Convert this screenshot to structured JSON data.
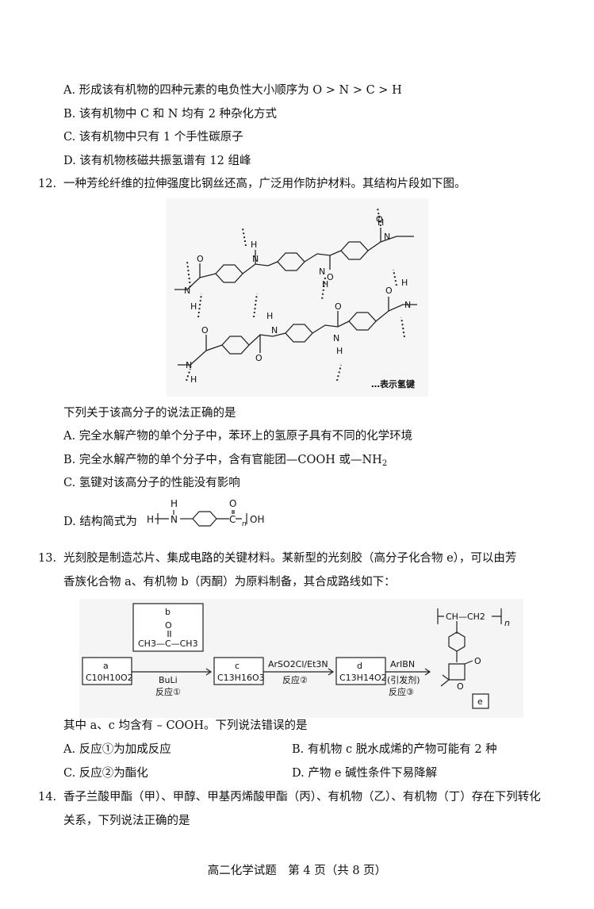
{
  "q11_options": {
    "A": "A. 形成该有机物的四种元素的电负性大小顺序为 O > N > C > H",
    "B": "B. 该有机物中 C 和 N 均有 2 种杂化方式",
    "C": "C. 该有机物中只有 1 个手性碳原子",
    "D": "D. 该有机物核磁共振氢谱有 12 组峰"
  },
  "q12": {
    "number": "12.",
    "stem": "一种芳纶纤维的拉伸强度比钢丝还高，广泛用作防护材料。其结构片段如下图。",
    "legend": "…表示氢键",
    "prompt": "下列关于该高分子的说法正确的是",
    "A": "A. 完全水解产物的单个分子中，苯环上的氢原子具有不同的化学环境",
    "B": "B. 完全水解产物的单个分子中，含有官能团—COOH 或—NH",
    "B_sub": "2",
    "D_prefix": "D. 结构简式为",
    "C": "C. 氢键对该高分子的性能没有影响"
  },
  "q13": {
    "number": "13.",
    "stem1": "光刻胶是制造芯片、集成电路的关键材料。某新型的光刻胶（高分子化合物 e），可以由芳",
    "stem2": "香族化合物 a、有机物 b（丙酮）为原料制备，其合成路线如下：",
    "scheme": {
      "a_label": "a",
      "a_formula": "C10H10O2",
      "b_label": "b",
      "b_formula": "CH3—C—CH3",
      "b_o": "O",
      "c_label": "c",
      "c_formula": "C13H16O3",
      "d_label": "d",
      "d_formula": "C13H14O2",
      "r1_reagent": "BuLi",
      "r1_name": "反应①",
      "r2_reagent": "ArSO2Cl/Et3N",
      "r2_name": "反应②",
      "r3_reagent": "ArIBN",
      "r3_note": "(引发剂)",
      "r3_name": "反应③",
      "e_label": "e",
      "polymer_chain": "CH—CH2",
      "polymer_n": "n",
      "lactone_o": "O"
    },
    "prompt": "其中 a、c 均含有 – COOH。下列说法错误的是",
    "A": "A. 反应①为加成反应",
    "B": "B. 有机物 c 脱水成烯的产物可能有 2 种",
    "C": "C. 反应②为酯化",
    "D": "D. 产物 e 碱性条件下易降解"
  },
  "q14": {
    "number": "14.",
    "stem1": "香子兰酸甲酯（甲）、甲醇、甲基丙烯酸甲酯（丙）、有机物（乙）、有机物（丁）存在下列转化",
    "stem2": "关系，下列说法正确的是"
  },
  "footer": "高二化学试题　第 4 页（共 8 页）"
}
